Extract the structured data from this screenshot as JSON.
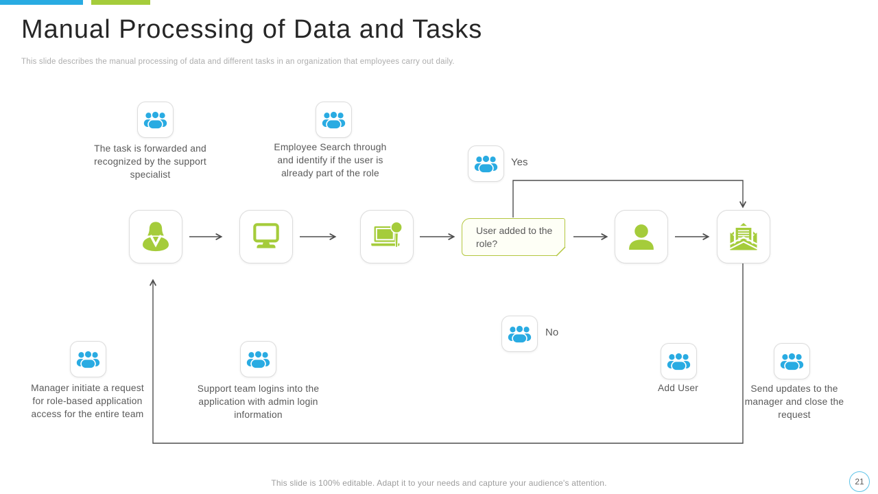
{
  "slide": {
    "title": "Manual Processing of Data and Tasks",
    "subtitle": "This slide describes the manual processing of data and different tasks in an organization that employees carry out daily.",
    "footer": "This slide is 100% editable. Adapt it to your needs and capture your audience's attention.",
    "page_number": "21"
  },
  "flow": {
    "decision_label": "User added to the role?",
    "yes_label": "Yes",
    "no_label": "No",
    "steps": {
      "task_forwarded": "The task is forwarded and recognized by the support specialist",
      "employee_search": "Employee Search through and identify if the user is already part of the role",
      "manager_initiate": "Manager initiate a request for role-based application access for the entire team",
      "support_login": "Support team logins into the application with admin login information",
      "add_user": "Add User",
      "send_updates": "Send updates to the manager and close the request"
    },
    "icons": {
      "annotation": "people-group-icon",
      "step1": "businesswoman-icon",
      "step2": "desktop-monitor-icon",
      "step3": "laptop-search-icon",
      "step4": "user-icon",
      "step5": "open-letter-icon"
    }
  },
  "colors": {
    "accent_blue": "#29ABE2",
    "accent_green": "#A5CC3B",
    "decision_border_green": "#B3C63E",
    "connector_gray": "#4D4D4D",
    "text_gray": "#595959",
    "subtitle_gray": "#ADADAD",
    "footer_gray": "#9C9C9C",
    "page_circle_blue": "#5BC2E7"
  }
}
